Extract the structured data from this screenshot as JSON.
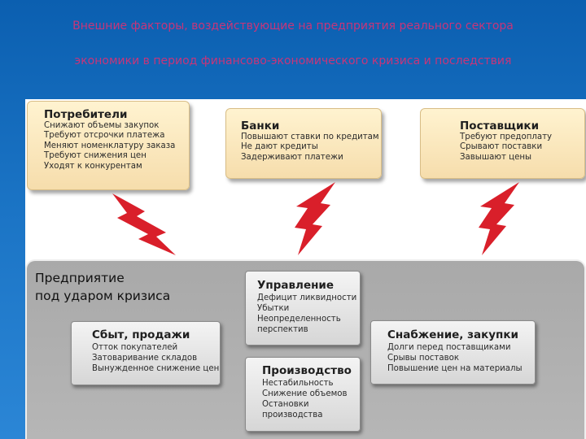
{
  "title": {
    "line1": "Внешние факторы, воздействующие на предприятия реального сектора",
    "line2": "экономики в период финансово-экономического кризиса и последствия",
    "color": "#c7357a"
  },
  "external_factors": [
    {
      "id": "consumers",
      "title": "Потребители",
      "items": [
        "Снижают объемы закупок",
        "Требуют отсрочки платежа",
        "Меняют номенклатуру заказа",
        "Требуют снижения цен",
        "Уходят к конкурентам"
      ]
    },
    {
      "id": "banks",
      "title": "Банки",
      "items": [
        "Повышают ставки по кредитам",
        "Не дают кредиты",
        "Задерживают платежи"
      ]
    },
    {
      "id": "suppliers",
      "title": "Поставщики",
      "items": [
        "Требуют предоплату",
        "Срывают поставки",
        "Завышают цены"
      ]
    }
  ],
  "crisis": {
    "title_line1": "Предприятие",
    "title_line2": "под ударом кризиса",
    "management": {
      "title": "Управление",
      "items": [
        "Дефицит ликвидности",
        "Убытки",
        "Неопределенность",
        "перспектив"
      ]
    },
    "sales": {
      "title": "Сбыт, продажи",
      "items": [
        "Отток покупателей",
        "Затоваривание складов",
        "Вынужденное снижение цен"
      ]
    },
    "production": {
      "title": "Производство",
      "items": [
        "Нестабильность",
        "Снижение объемов",
        "Остановки",
        "производства"
      ]
    },
    "procurement": {
      "title": "Снабжение, закупки",
      "items": [
        "Долги перед поставщиками",
        "Срывы поставок",
        "Повышение цен на материалы"
      ]
    }
  },
  "colors": {
    "background": "#1a73c4",
    "lightning": "#d91f2a",
    "external_card": "#f6ddac",
    "crisis_panel": "#b0b0b0"
  }
}
